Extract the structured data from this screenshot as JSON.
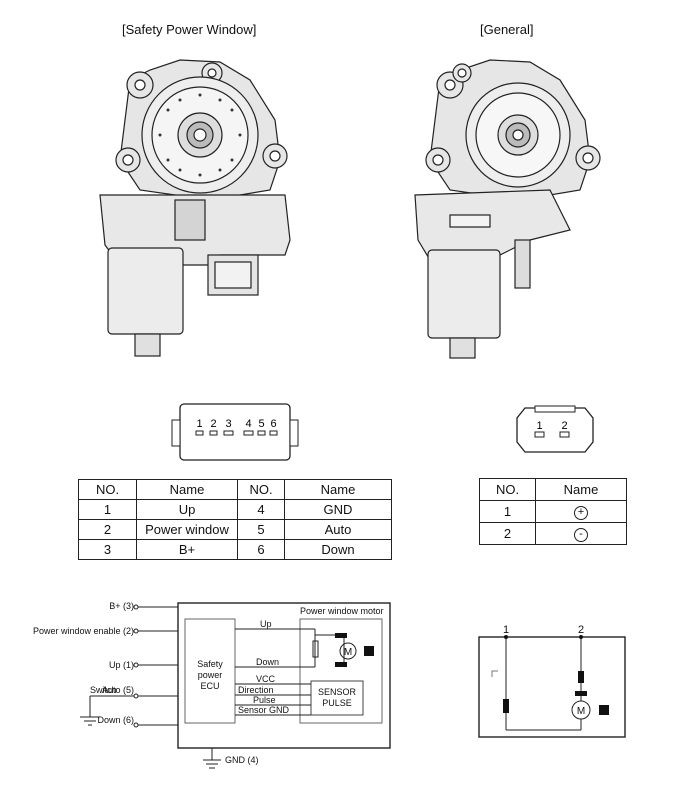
{
  "safety": {
    "title": "[Safety Power Window]",
    "connector_pins": [
      "1",
      "2",
      "3",
      "4",
      "5",
      "6"
    ],
    "table": {
      "headers": [
        "NO.",
        "Name",
        "NO.",
        "Name"
      ],
      "rows": [
        [
          "1",
          "Up",
          "4",
          "GND"
        ],
        [
          "2",
          "Power window",
          "5",
          "Auto"
        ],
        [
          "3",
          "B+",
          "6",
          "Down"
        ]
      ]
    },
    "circuit": {
      "b_plus": "B+ (3)",
      "enable": "Power window enable (2)",
      "up": "Up (1)",
      "switch": "Switch",
      "auto": "Auto (5)",
      "down": "Down (6)",
      "gnd": "GND (4)",
      "motor_box": "Power window motor",
      "ecu_line1": "Safety",
      "ecu_line2": "power",
      "ecu_line3": "ECU",
      "sig_up": "Up",
      "sig_down": "Down",
      "sig_vcc": "VCC",
      "sig_direction": "Direction",
      "sig_pulse": "Pulse",
      "sig_sensor_gnd": "Sensor GND",
      "sensor_line1": "SENSOR",
      "sensor_line2": "PULSE",
      "motor": "M"
    }
  },
  "general": {
    "title": "[General]",
    "connector_pins": [
      "1",
      "2"
    ],
    "table": {
      "headers": [
        "NO.",
        "Name"
      ],
      "rows": [
        [
          "1",
          "+"
        ],
        [
          "2",
          "-"
        ]
      ]
    },
    "circuit": {
      "term1": "1",
      "term2": "2",
      "motor": "M"
    }
  }
}
